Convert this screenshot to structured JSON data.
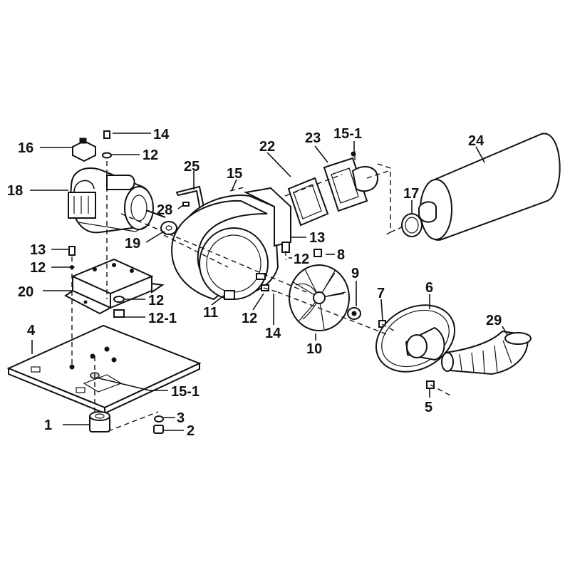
{
  "labels": {
    "l1": "1",
    "l2": "2",
    "l3": "3",
    "l4": "4",
    "l5": "5",
    "l6": "6",
    "l7": "7",
    "l8": "8",
    "l9": "9",
    "l10": "10",
    "l11": "11",
    "l12a": "12",
    "l12b": "12",
    "l12c": "12",
    "l12d": "12",
    "l12e": "12",
    "l12_1": "12-1",
    "l13a": "13",
    "l13b": "13",
    "l14a": "14",
    "l14b": "14",
    "l15": "15",
    "l15_1a": "15-1",
    "l15_1b": "15-1",
    "l16": "16",
    "l17": "17",
    "l18": "18",
    "l19": "19",
    "l20": "20",
    "l22": "22",
    "l23": "23",
    "l24": "24",
    "l25": "25",
    "l28": "28",
    "l29": "29"
  }
}
